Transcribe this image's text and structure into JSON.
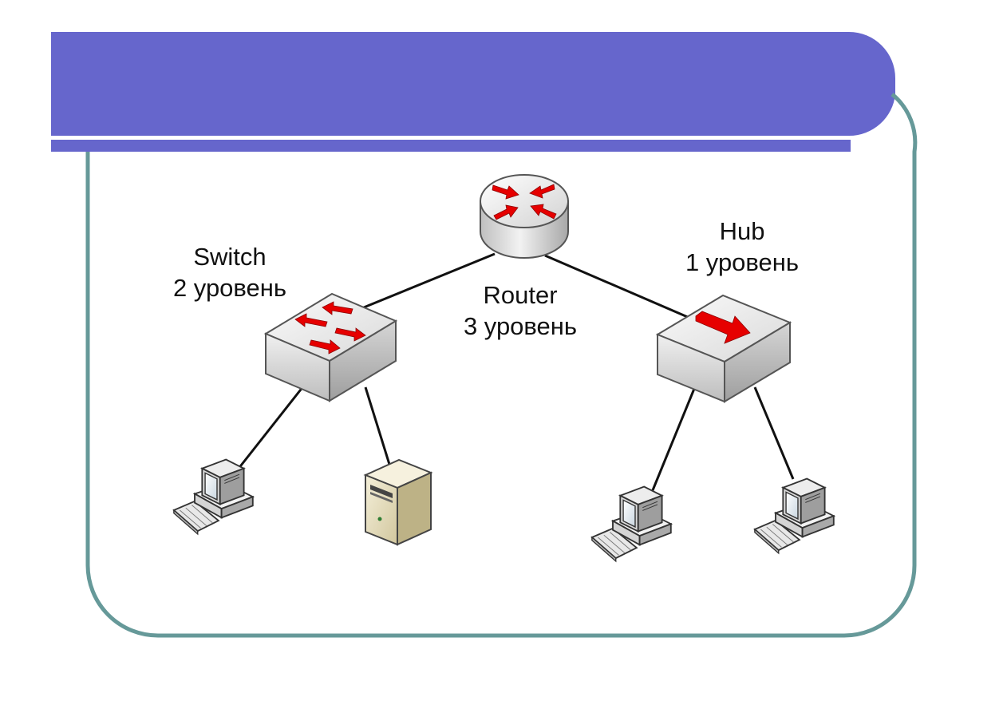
{
  "slide": {
    "colors": {
      "banner": "#6666CC",
      "frame": "#669999",
      "arrow": "#E60000",
      "device_body": "#D8D8D8",
      "background": "#FFFFFF"
    }
  },
  "diagram": {
    "router": {
      "name": "Router",
      "level": "3 уровень",
      "icon": "router-icon"
    },
    "switch": {
      "name": "Switch",
      "level": "2 уровень",
      "icon": "switch-icon"
    },
    "hub": {
      "name": "Hub",
      "level": "1 уровень",
      "icon": "hub-icon"
    },
    "clients": [
      {
        "icon": "workstation-icon",
        "attached_to": "switch"
      },
      {
        "icon": "server-icon",
        "attached_to": "switch"
      },
      {
        "icon": "workstation-icon",
        "attached_to": "hub"
      },
      {
        "icon": "workstation-icon",
        "attached_to": "hub"
      }
    ],
    "connections": [
      [
        "router",
        "switch"
      ],
      [
        "router",
        "hub"
      ],
      [
        "switch",
        "pc-1"
      ],
      [
        "switch",
        "server"
      ],
      [
        "hub",
        "pc-2"
      ],
      [
        "hub",
        "pc-3"
      ]
    ]
  }
}
